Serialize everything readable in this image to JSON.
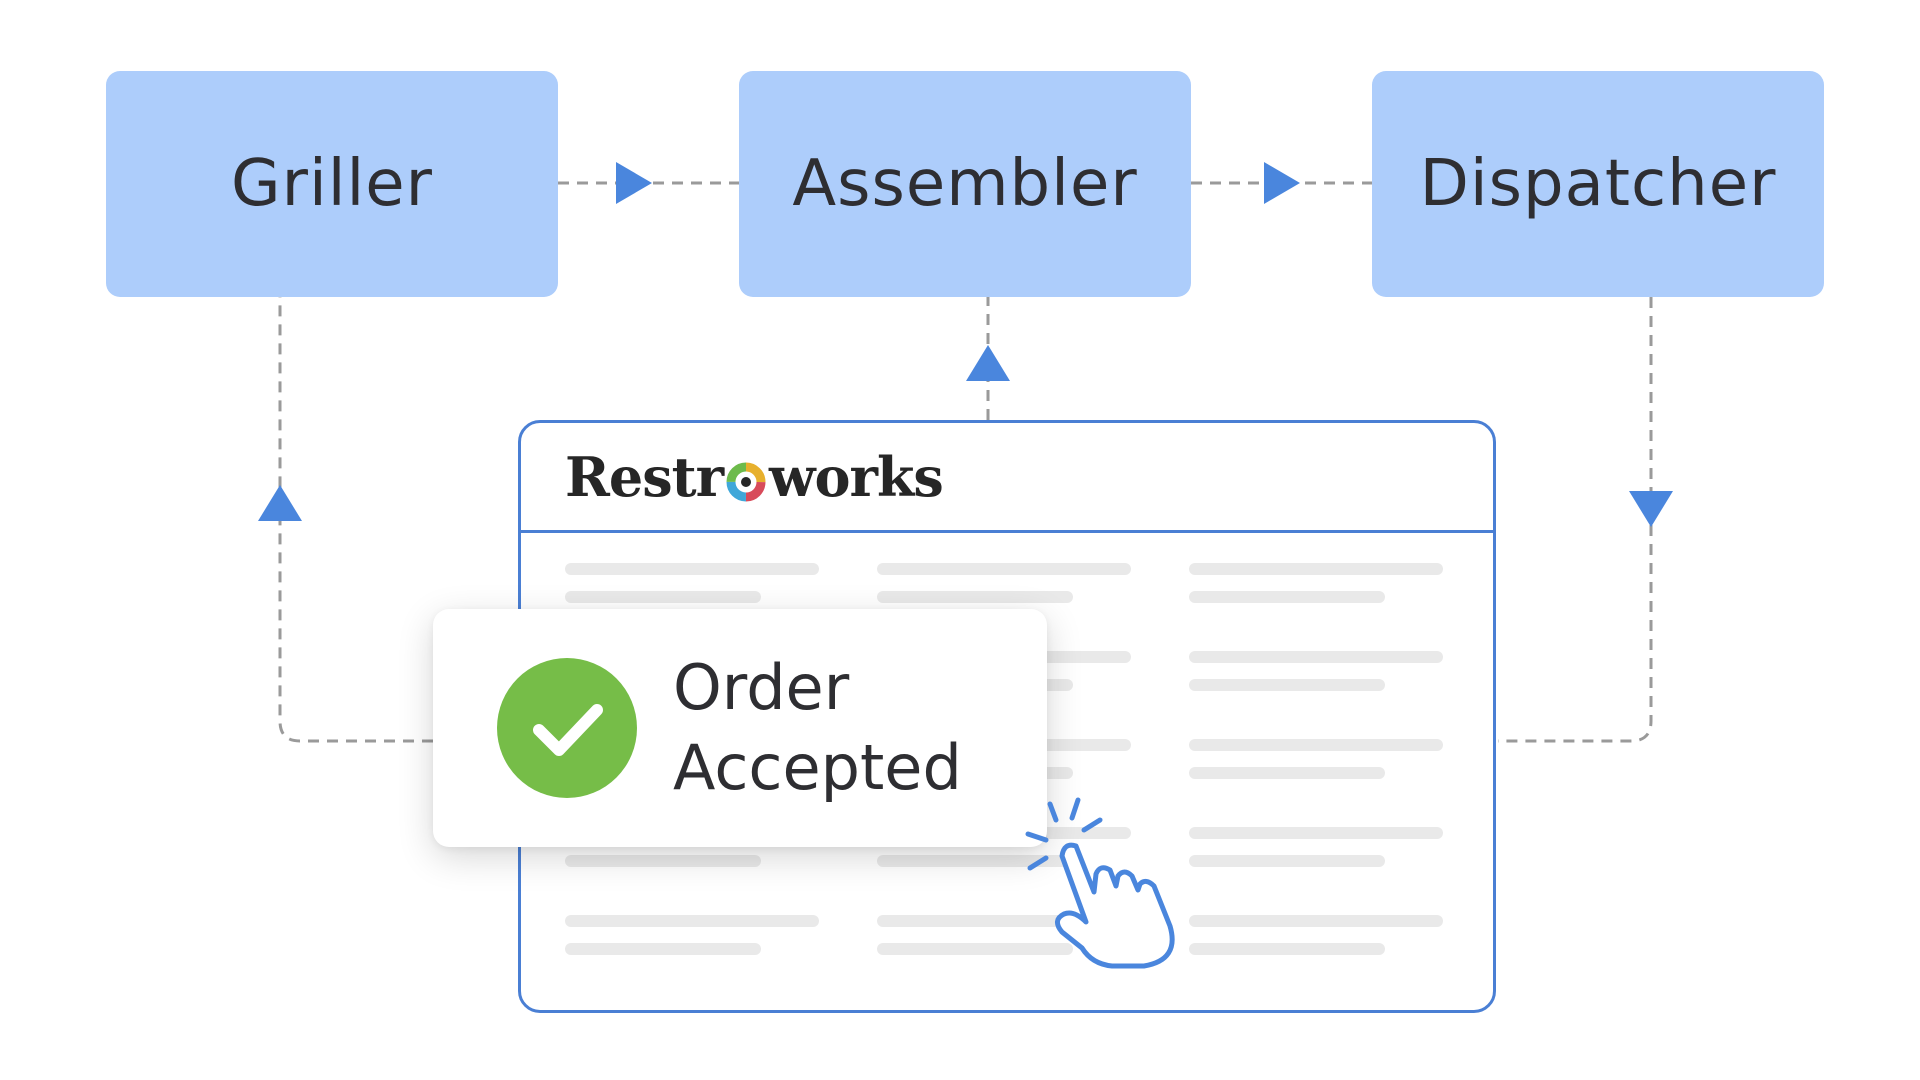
{
  "stations": [
    {
      "label": "Griller"
    },
    {
      "label": "Assembler"
    },
    {
      "label": "Dispatcher"
    }
  ],
  "app": {
    "logo_left": "Restr",
    "logo_right": "works",
    "logo_icon": "multicolor-ring-icon"
  },
  "toast": {
    "line1": "Order",
    "line2": "Accepted",
    "icon": "checkmark-circle-icon"
  },
  "cursor_icon": "pointing-hand-click-icon",
  "colors": {
    "station_fill": "#adcdfb",
    "arrow": "#4a86dd",
    "window_border": "#4a7fd4",
    "connector": "#9a9a9a",
    "success": "#76bd48"
  }
}
